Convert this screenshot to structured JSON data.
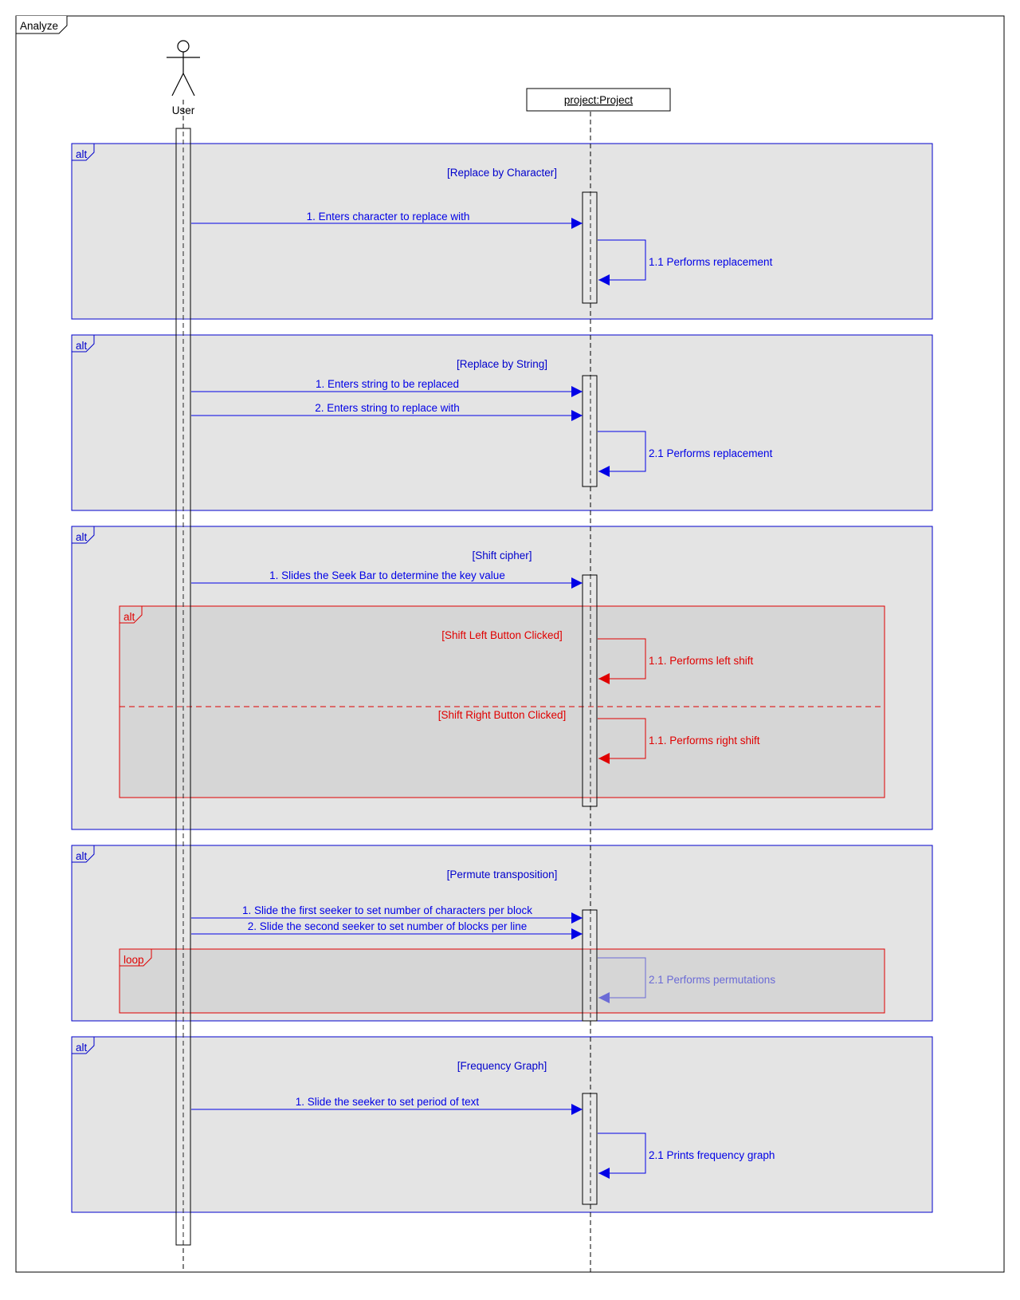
{
  "frame": {
    "title": "Analyze"
  },
  "actor": {
    "name": "User"
  },
  "lifeline": {
    "label": "project:Project"
  },
  "colors": {
    "border": "#000000",
    "fragment_blue": "#0000cc",
    "fragment_red": "#e00000",
    "fragment_fill": "#e4e4e4",
    "nested_fill": "#d6d6d6",
    "message_blue": "#0000e6",
    "faded_message": "#6b6bd6"
  },
  "fragments": [
    {
      "operator": "alt",
      "guard": "[Replace by Character]",
      "messages": [
        {
          "label": "1. Enters character to replace with",
          "kind": "call"
        },
        {
          "label": "1.1 Performs replacement",
          "kind": "self"
        }
      ]
    },
    {
      "operator": "alt",
      "guard": "[Replace by String]",
      "messages": [
        {
          "label": "1. Enters string to be replaced",
          "kind": "call"
        },
        {
          "label": "2. Enters string to replace with",
          "kind": "call"
        },
        {
          "label": "2.1 Performs replacement",
          "kind": "self"
        }
      ]
    },
    {
      "operator": "alt",
      "guard": "[Shift cipher]",
      "messages": [
        {
          "label": "1. Slides the Seek Bar to determine the key value",
          "kind": "call"
        }
      ],
      "nested": {
        "operator": "alt",
        "operands": [
          {
            "guard": "[Shift Left Button Clicked]",
            "message": "1.1. Performs left shift"
          },
          {
            "guard": "[Shift Right Button Clicked]",
            "message": "1.1. Performs right shift"
          }
        ]
      }
    },
    {
      "operator": "alt",
      "guard": "[Permute transposition]",
      "messages": [
        {
          "label": "1. Slide the first seeker to set number of characters per block",
          "kind": "call"
        },
        {
          "label": "2. Slide the second seeker to set number of blocks per line",
          "kind": "call"
        }
      ],
      "nested": {
        "operator": "loop",
        "message": "2.1 Performs permutations"
      }
    },
    {
      "operator": "alt",
      "guard": "[Frequency Graph]",
      "messages": [
        {
          "label": "1. Slide the seeker to set period of text",
          "kind": "call"
        },
        {
          "label": "2.1 Prints frequency graph",
          "kind": "self"
        }
      ]
    }
  ]
}
